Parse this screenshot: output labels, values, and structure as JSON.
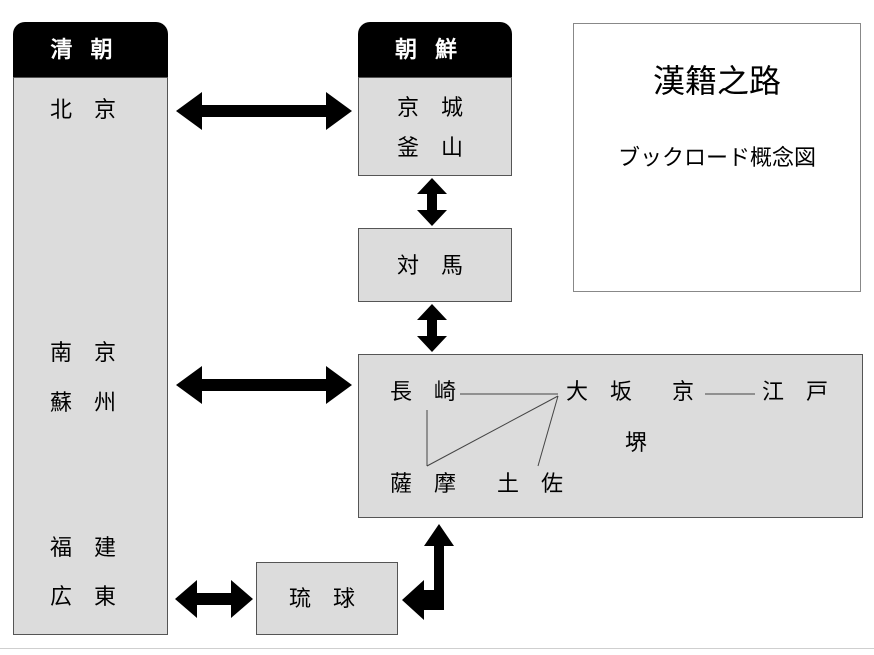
{
  "qing": {
    "header": "清朝",
    "places": [
      "北　京",
      "南　京",
      "蘇　州",
      "福　建",
      "広　東"
    ]
  },
  "joseon": {
    "header": "朝鮮",
    "places": [
      "京　城",
      "釜　山"
    ]
  },
  "tsushima": {
    "label": "対　馬"
  },
  "japan": {
    "nagasaki": "長　崎",
    "osaka": "大　坂",
    "kyo": "京",
    "edo": "江　戸",
    "sakai": "堺",
    "satsuma": "薩　摩",
    "tosa": "土　佐"
  },
  "ryukyu": {
    "label": "琉　球"
  },
  "legend": {
    "title": "漢籍之路",
    "subtitle": "ブックロード概念図"
  }
}
